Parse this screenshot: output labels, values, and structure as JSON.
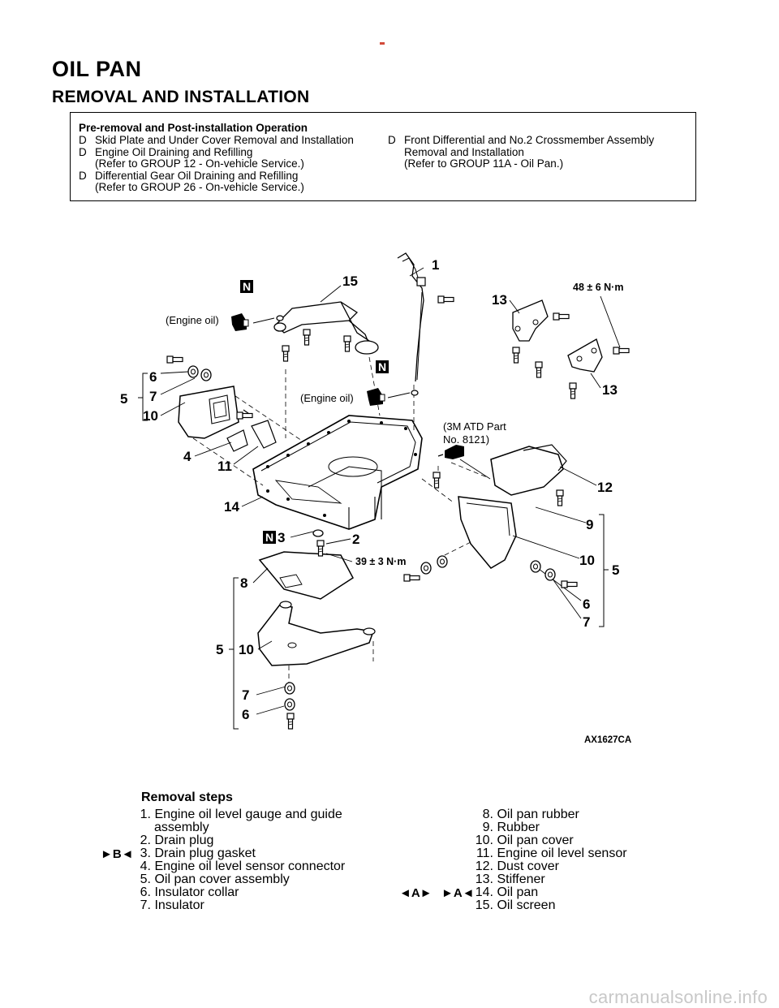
{
  "section_title": "OIL PAN",
  "sub_title": "REMOVAL AND INSTALLATION",
  "prebox": {
    "heading": "Pre-removal and Post-installation Operation",
    "bullet": "D",
    "left_items": [
      {
        "text": "Skid Plate and Under Cover Removal and Installation",
        "ref": ""
      },
      {
        "text": "Engine Oil Draining and Refilling",
        "ref": "(Refer to GROUP 12 - On-vehicle Service.)"
      },
      {
        "text": "Differential Gear Oil Draining and Refilling",
        "ref": "(Refer to GROUP 26 - On-vehicle Service.)"
      }
    ],
    "right_items": [
      {
        "text": "Front Differential and No.2 Crossmember Assembly Removal and Installation",
        "ref": "(Refer to GROUP 11A - Oil Pan.)"
      }
    ]
  },
  "diagram": {
    "callouts": [
      "1",
      "15",
      "13",
      "13",
      "6",
      "7",
      "5",
      "10",
      "4",
      "11",
      "14",
      "3",
      "2",
      "8",
      "5",
      "10",
      "7",
      "6",
      "12",
      "9",
      "10",
      "5",
      "6",
      "7"
    ],
    "n_marks": [
      "N",
      "N",
      "N"
    ],
    "notes": {
      "engine_oil_1": "(Engine oil)",
      "engine_oil_2": "(Engine oil)",
      "sealant_1": "(3M ATD Part",
      "sealant_2": "No. 8121)",
      "torque_1": "48 ± 6 N·m",
      "torque_2": "39 ± 3 N·m",
      "figure_code": "AX1627CA"
    }
  },
  "removal": {
    "heading": "Removal steps",
    "steps": [
      {
        "num": "1.",
        "text": "Engine oil level gauge and guide"
      },
      {
        "num": "",
        "text": "assembly"
      },
      {
        "num": "2.",
        "text": "Drain plug"
      },
      {
        "num": "3.",
        "text": "Drain plug gasket"
      },
      {
        "num": "4.",
        "text": "Engine oil level sensor connector"
      },
      {
        "num": "5.",
        "text": "Oil pan cover assembly"
      },
      {
        "num": "6.",
        "text": "Insulator collar"
      },
      {
        "num": "7.",
        "text": "Insulator"
      },
      {
        "num": "8.",
        "text": "Oil pan rubber"
      },
      {
        "num": "9.",
        "text": "Rubber"
      },
      {
        "num": "10.",
        "text": "Oil pan cover"
      },
      {
        "num": "11.",
        "text": "Engine oil level sensor"
      },
      {
        "num": "12.",
        "text": "Dust cover"
      },
      {
        "num": "13.",
        "text": "Stiffener"
      },
      {
        "num": "14.",
        "text": "Oil pan"
      },
      {
        "num": "15.",
        "text": "Oil screen"
      }
    ],
    "marks": {
      "b": "►B◄",
      "a_left": "◄A►",
      "a_right": "►A◄"
    }
  },
  "watermark": "carmanualsonline.info"
}
